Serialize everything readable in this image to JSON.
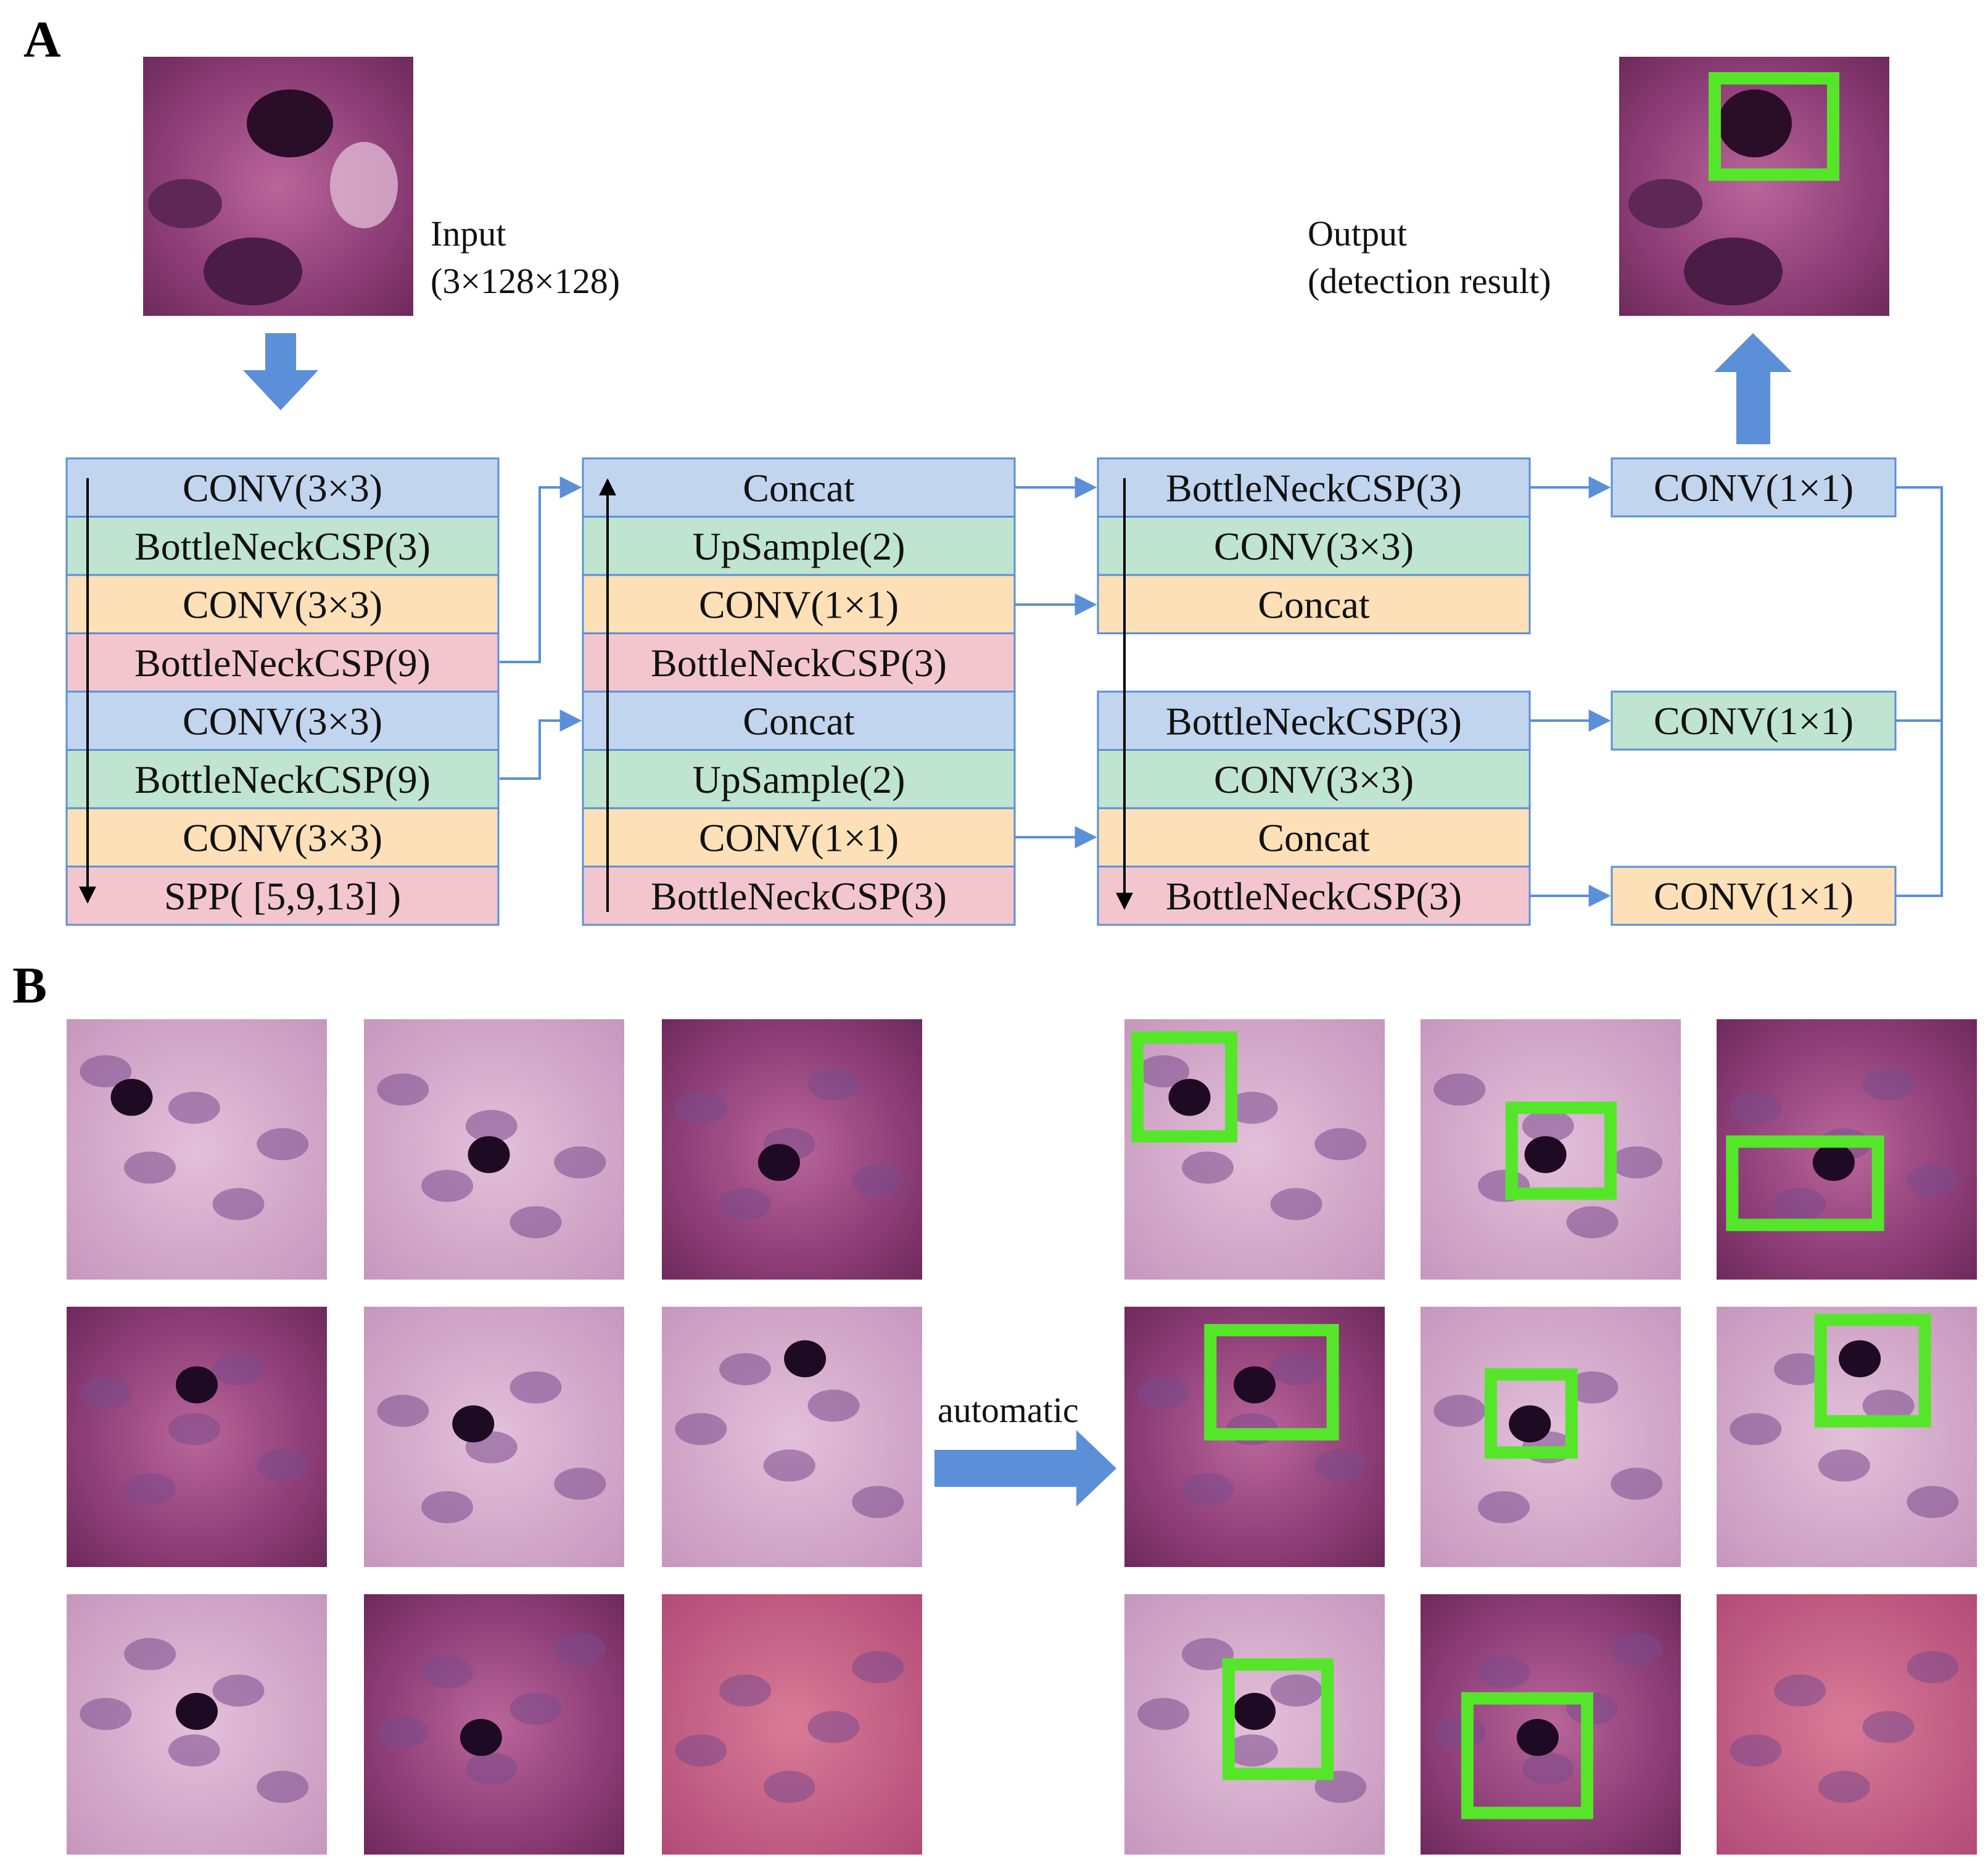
{
  "panels": {
    "a": "A",
    "b": "B"
  },
  "input": {
    "label": "Input",
    "shape": "(3×128×128)"
  },
  "output": {
    "label": "Output",
    "note": "(detection result)"
  },
  "backbone": [
    {
      "label": "CONV(3×3)",
      "color": "blue"
    },
    {
      "label": "BottleNeckCSP(3)",
      "color": "green"
    },
    {
      "label": "CONV(3×3)",
      "color": "orange"
    },
    {
      "label": "BottleNeckCSP(9)",
      "color": "pink"
    },
    {
      "label": "CONV(3×3)",
      "color": "blue"
    },
    {
      "label": "BottleNeckCSP(9)",
      "color": "green"
    },
    {
      "label": "CONV(3×3)",
      "color": "orange"
    },
    {
      "label": "SPP( [5,9,13] )",
      "color": "pink"
    }
  ],
  "neck": [
    {
      "label": "Concat",
      "color": "blue"
    },
    {
      "label": "UpSample(2)",
      "color": "green"
    },
    {
      "label": "CONV(1×1)",
      "color": "orange"
    },
    {
      "label": "BottleNeckCSP(3)",
      "color": "pink"
    },
    {
      "label": "Concat",
      "color": "blue"
    },
    {
      "label": "UpSample(2)",
      "color": "green"
    },
    {
      "label": "CONV(1×1)",
      "color": "orange"
    },
    {
      "label": "BottleNeckCSP(3)",
      "color": "pink"
    }
  ],
  "head_top": [
    {
      "label": "BottleNeckCSP(3)",
      "color": "blue"
    },
    {
      "label": "CONV(3×3)",
      "color": "green"
    },
    {
      "label": "Concat",
      "color": "orange"
    }
  ],
  "head_bottom": [
    {
      "label": "BottleNeckCSP(3)",
      "color": "blue"
    },
    {
      "label": "CONV(3×3)",
      "color": "green"
    },
    {
      "label": "Concat",
      "color": "orange"
    },
    {
      "label": "BottleNeckCSP(3)",
      "color": "pink"
    }
  ],
  "outputs": [
    {
      "label": "CONV(1×1)",
      "color": "blue"
    },
    {
      "label": "CONV(1×1)",
      "color": "green"
    },
    {
      "label": "CONV(1×1)",
      "color": "orange"
    }
  ],
  "automatic_label": "automatic",
  "colors": {
    "connector": "#5b8fd8",
    "big_arrow": "#5b8fd8",
    "detection_box": "#55e62a",
    "blue": "#c2d5ef",
    "green": "#bfe4d0",
    "orange": "#fde0b7",
    "pink": "#f3c6cd"
  }
}
